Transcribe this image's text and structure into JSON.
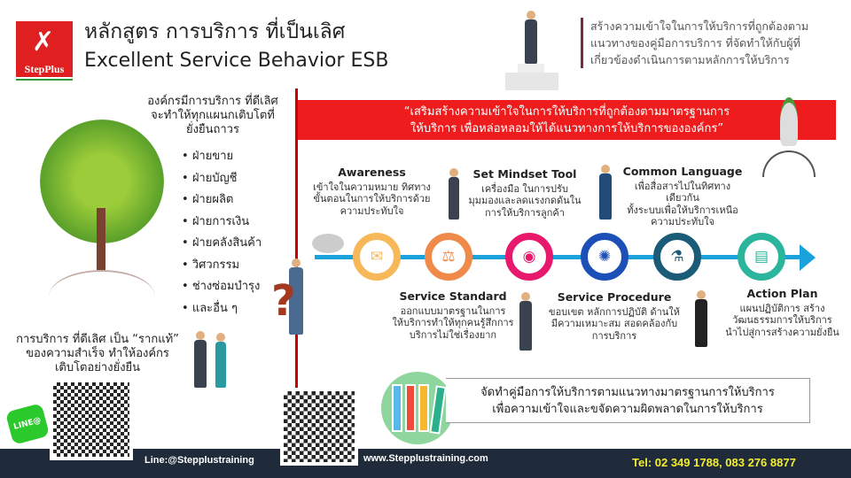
{
  "header": {
    "logo_label": "StepPlus",
    "title_th": "หลักสูตร  การบริการ ที่เป็นเลิศ",
    "title_en": "Excellent Service Behavior ESB",
    "tagline": [
      "สร้างความเข้าใจในการให้บริการที่ถูกต้องตาม",
      "แนวทางของคู่มือการบริการ ที่จัดทำให้กับผู้ที่",
      "เกี่ยวข้องดำเนินการตามหลักการให้บริการ"
    ]
  },
  "left": {
    "org_title": [
      "องค์กรมีการบริการ ที่ดีเลิศ",
      "จะทำให้ทุกแผนกเติบโตที่",
      "ยั่งยืนถาวร"
    ],
    "departments": [
      "ฝ่ายขาย",
      "ฝ่ายบัญชี",
      "ฝ่ายผลิต",
      "ฝ่ายการเงิน",
      "ฝ่ายคลังสินค้า",
      "วิศวกรรม",
      "ช่างซ่อมบำรุง",
      "และอื่น ๆ"
    ],
    "root_text": [
      "การบริการ ที่ดีเลิศ เป็น “รากแท้”",
      "ของความสำเร็จ ทำให้องค์กร",
      "เติบโตอย่างยั่งยืน"
    ]
  },
  "banner": [
    "“เสริมสร้างความเข้าใจในการให้บริการที่ถูกต้องตามมาตรฐานการ",
    "ให้บริการ เพื่อหล่อหลอมให้ได้แนวทางการให้บริการขององค์กร”"
  ],
  "steps_top": [
    {
      "title": "Awareness",
      "desc": [
        "เข้าใจในความหมาย ทิศทาง",
        "ขั้นตอนในการให้บริการด้วย",
        "ความประทับใจ"
      ]
    },
    {
      "title": "Set  Mindset Tool",
      "desc": [
        "เครื่องมือ ในการปรับ",
        "มุมมองและลดแรงกดดันใน",
        "การให้บริการลูกค้า"
      ]
    },
    {
      "title": "Common Language",
      "desc": [
        "เพื่อสื่อสารไปในทิศทางเดียวกัน",
        "ทั้งระบบเพื่อให้บริการเหนือ",
        "ความประทับใจ"
      ]
    }
  ],
  "steps_bottom": [
    {
      "title": "Service Standard",
      "desc": [
        "ออกแบบมาตรฐานในการ",
        "ให้บริการทำให้ทุกคนรู้สึกการ",
        "บริการไม่ใช่เรื่องยาก"
      ]
    },
    {
      "title": "Service Procedure",
      "desc": [
        "ขอบเขต หลักการปฏิบัติ ด้านให้",
        "มีความเหมาะสม สอดคล้องกับ",
        "การบริการ"
      ]
    },
    {
      "title": "Action Plan",
      "desc": [
        "แผนปฏิบัติการ สร้าง",
        "วัฒนธรรมการให้บริการ",
        "นำไปสู่การสร้างความยั่งยืน"
      ]
    }
  ],
  "timeline": {
    "circles": [
      {
        "icon": "envelope-icon",
        "glyph": "✉",
        "color": "#f7b85a"
      },
      {
        "icon": "scales-icon",
        "glyph": "⚖",
        "color": "#f08a4b"
      },
      {
        "icon": "target-icon",
        "glyph": "◉",
        "color": "#e8186d"
      },
      {
        "icon": "lightbulb-icon",
        "glyph": "💡",
        "color": "#1d4fb8"
      },
      {
        "icon": "flask-icon",
        "glyph": "⚗",
        "color": "#1a5b78"
      },
      {
        "icon": "document-icon",
        "glyph": "▤",
        "color": "#2bb59c"
      }
    ],
    "line_color": "#1aa2dd"
  },
  "manual": [
    "จัดทำคู่มือการให้บริการตามแนวทางมาตรฐานการให้บริการ",
    "เพื่อความเข้าใจและขจัดความผิดพลาดในการให้บริการ"
  ],
  "footer": {
    "line_badge": "LINE@",
    "line_id": "Line:@Stepplustraining",
    "website": "www.Stepplustraining.com",
    "tel": "Tel: 02 349 1788, 083 276 8877"
  }
}
